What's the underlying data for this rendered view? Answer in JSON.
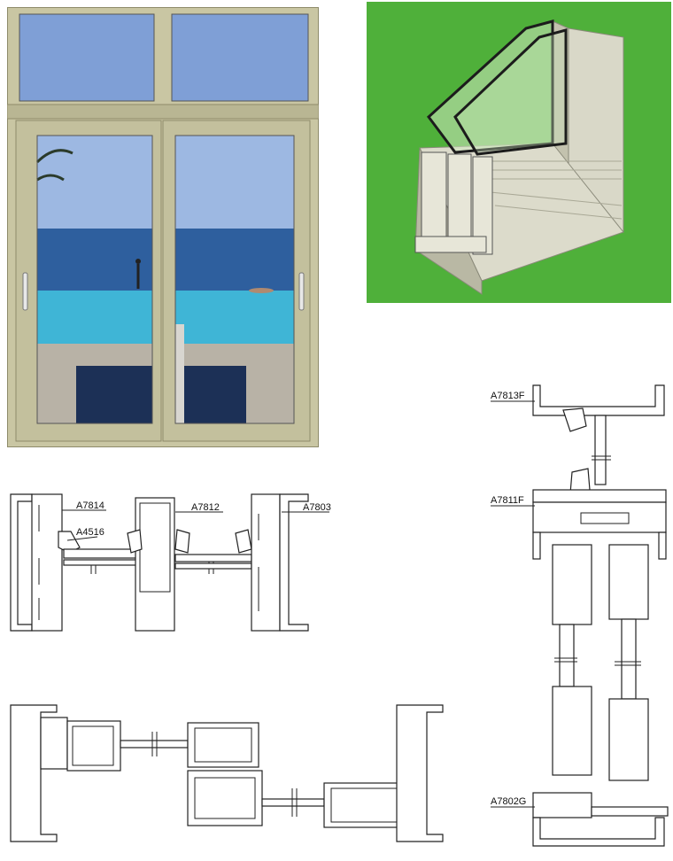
{
  "colors": {
    "frame": "#c9c6a3",
    "frame_dark": "#a9a683",
    "sky": "#7f9fd6",
    "sea": "#2e5f9e",
    "pool": "#3fb5d6",
    "render_bg": "#4fb03a",
    "line": "#222222"
  },
  "icons": {
    "photo": "sliding-window-photo",
    "render": "frame-profile-render"
  },
  "profiles": {
    "horizontal": [
      "A7814",
      "A4516",
      "A7812",
      "A7803"
    ],
    "vertical": [
      "A7813F",
      "A7811F",
      "A7802G"
    ]
  }
}
